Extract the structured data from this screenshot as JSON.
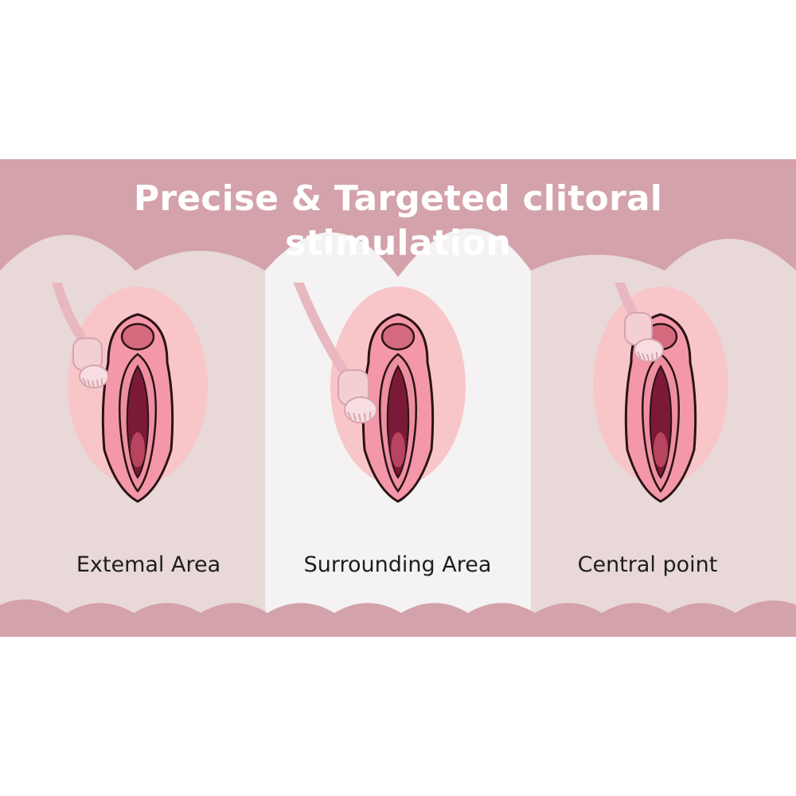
{
  "title": {
    "line1": "Precise & Targeted clitoral",
    "line2": "stimulation"
  },
  "areas": [
    {
      "label": "Extemal Area"
    },
    {
      "label": "Surrounding Area"
    },
    {
      "label": "Central point"
    }
  ],
  "colors": {
    "banner_pink": "#d4a2aa",
    "panel_side": "#e8d8d8",
    "panel_middle": "#f4f2f2",
    "title_text": "#ffffff",
    "label_text": "#1e1e1e"
  }
}
